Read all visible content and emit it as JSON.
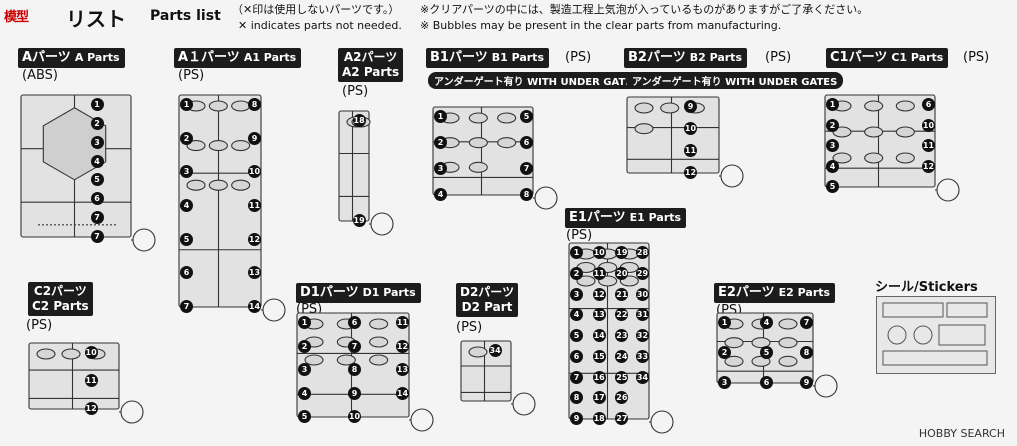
{
  "header": {
    "site_logo": "模型",
    "title_jp": "リスト",
    "title_en": "Parts list",
    "note1_jp": "（✕印は使用しないパーツです。）",
    "note1_en": "✕ indicates parts not needed.",
    "note2_jp": "※クリアパーツの中には、製造工程上気泡が入っているものがありますがご了承ください。",
    "note2_en": "※ Bubbles may be present in the clear parts from manufacturing."
  },
  "runners": [
    {
      "id": "A",
      "jp": "Aパーツ",
      "en": "A Parts",
      "material": "(ABS)",
      "numbers": [
        "1",
        "2",
        "3",
        "4",
        "5",
        "6",
        "7",
        "7"
      ]
    },
    {
      "id": "A1",
      "jp": "A１パーツ",
      "en": "A1 Parts",
      "material": "(PS)",
      "numbers": [
        "1",
        "2",
        "3",
        "4",
        "5",
        "6",
        "7",
        "8",
        "9",
        "10",
        "11",
        "12",
        "13",
        "14"
      ]
    },
    {
      "id": "A2",
      "jp": "A2パーツ",
      "en": "A2 Parts",
      "material": "(PS)",
      "numbers": [
        "18",
        "19"
      ]
    },
    {
      "id": "B1",
      "jp": "B1パーツ",
      "en": "B1 Parts",
      "material": "(PS)",
      "gate": "アンダーゲート有り WITH UNDER GATES",
      "numbers": [
        "1",
        "2",
        "3",
        "4",
        "5",
        "6",
        "7",
        "8"
      ]
    },
    {
      "id": "B2",
      "jp": "B2パーツ",
      "en": "B2 Parts",
      "material": "(PS)",
      "gate": "アンダーゲート有り WITH UNDER GATES",
      "numbers": [
        "9",
        "10",
        "11",
        "12"
      ]
    },
    {
      "id": "C1",
      "jp": "C1パーツ",
      "en": "C1 Parts",
      "material": "(PS)",
      "numbers": [
        "1",
        "2",
        "3",
        "4",
        "5",
        "6",
        "10",
        "11",
        "12"
      ]
    },
    {
      "id": "C2",
      "jp": "C2パーツ",
      "en": "C2 Parts",
      "material": "(PS)",
      "numbers": [
        "10",
        "11",
        "12"
      ]
    },
    {
      "id": "D1",
      "jp": "D1パーツ",
      "en": "D1 Parts",
      "material": "(PS)",
      "numbers": [
        "1",
        "2",
        "3",
        "4",
        "5",
        "6",
        "7",
        "8",
        "9",
        "10",
        "11",
        "12",
        "13",
        "14"
      ]
    },
    {
      "id": "D2",
      "jp": "D2パーツ",
      "en": "D2 Part",
      "material": "(PS)",
      "numbers": [
        "34"
      ]
    },
    {
      "id": "E1",
      "jp": "E1パーツ",
      "en": "E1 Parts",
      "material": "(PS)",
      "numbers": [
        "1",
        "2",
        "3",
        "4",
        "5",
        "6",
        "7",
        "8",
        "9",
        "10",
        "11",
        "12",
        "13",
        "14",
        "15",
        "16",
        "17",
        "18",
        "19",
        "20",
        "21",
        "22",
        "23",
        "24",
        "25",
        "26",
        "27",
        "28",
        "29",
        "30",
        "31",
        "32",
        "33",
        "34"
      ]
    },
    {
      "id": "E2",
      "jp": "E2パーツ",
      "en": "E2 Parts",
      "material": "(PS)",
      "numbers": [
        "1",
        "2",
        "3",
        "4",
        "5",
        "6",
        "7",
        "8",
        "9"
      ]
    }
  ],
  "stickers": {
    "label": "シール/Stickers"
  },
  "watermark": "HOBBY SEARCH"
}
